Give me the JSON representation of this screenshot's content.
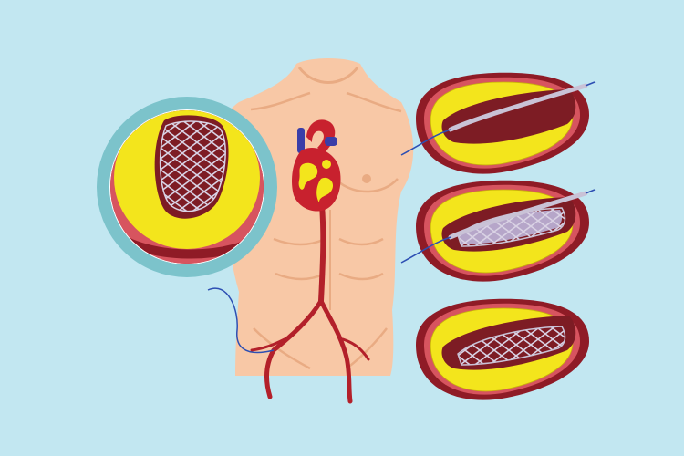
{
  "colors": {
    "background": "#c2e7f1",
    "skin": "#f8c8a6",
    "skin_shadow": "#e9ab83",
    "artery": "#b3202a",
    "artery_dark": "#7a1018",
    "plaque": "#f3e51c",
    "plaque_edge": "#c9b10a",
    "vessel_wall": "#8f1b26",
    "vessel_inner": "#d7545f",
    "lumen": "#7d1c24",
    "stent": "#c9c2d6",
    "balloon": "#b6a6c9",
    "guidewire": "#2d4fb3",
    "magnifier_ring": "#7cc3cb",
    "heart_red": "#c8212e",
    "heart_blue": "#3a3ea8"
  },
  "stages": [
    {
      "id": "guidewire-insertion",
      "shows_stent": false,
      "shows_balloon": false,
      "shows_catheter": true
    },
    {
      "id": "balloon-expansion",
      "shows_stent": true,
      "shows_balloon": true,
      "shows_catheter": true
    },
    {
      "id": "stent-deployed",
      "shows_stent": true,
      "shows_balloon": false,
      "shows_catheter": false
    }
  ]
}
